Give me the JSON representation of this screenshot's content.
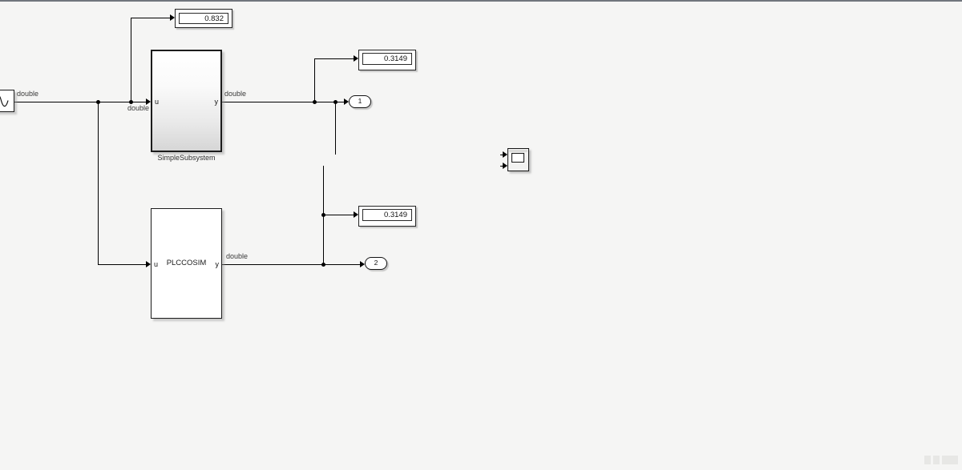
{
  "colors": {
    "background": "#f5f5f4",
    "wire": "#000000",
    "top_border": "#71767d"
  },
  "diagram": {
    "source": {
      "type": "sine-wave-source"
    },
    "simple_subsystem": {
      "name": "SimpleSubsystem",
      "in_port": "u",
      "out_port": "y"
    },
    "plccosim": {
      "name": "PLCCOSIM",
      "in_port": "u",
      "out_port": "y"
    },
    "display_top": {
      "value": "0.832"
    },
    "display_upper": {
      "value": "0.3149"
    },
    "display_lower": {
      "value": "0.3149"
    },
    "outport_1": {
      "label": "1"
    },
    "outport_2": {
      "label": "2"
    },
    "signal_labels": {
      "source_out": "double",
      "subsystem_in": "double",
      "subsystem_out": "double",
      "plccosim_out": "double"
    }
  }
}
